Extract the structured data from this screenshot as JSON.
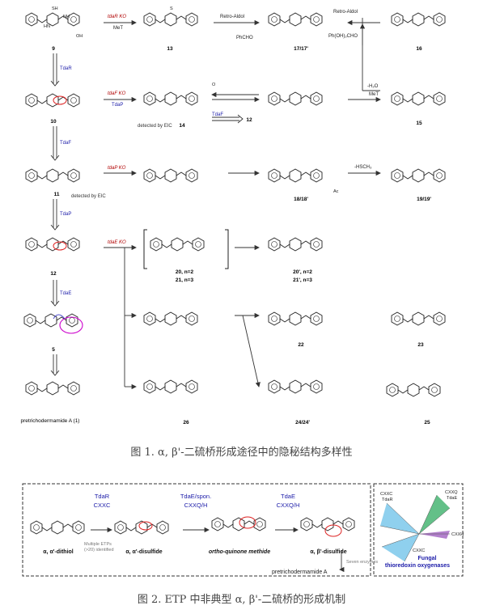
{
  "figure1": {
    "caption": "图 1. α, β'-二硫桥形成途径中的隐秘结构多样性",
    "compounds": {
      "c9": "9",
      "c10": "10",
      "c11": "11",
      "c12": "12",
      "c5": "5",
      "c13": "13",
      "c14": "14",
      "c12b": "12",
      "c1717": "17/17'",
      "c16": "16",
      "c15": "15",
      "c1818": "18/18'",
      "c1919": "19/19'",
      "c20": "20, n=2",
      "c21": "21, n=3",
      "c20p": "20', n=2",
      "c21p": "21', n=3",
      "c22": "22",
      "c23": "23",
      "c26": "26",
      "c2424": "24/24'",
      "c25": "25",
      "pretri": "pretrichodermamide A (1)"
    },
    "enzymes": {
      "tdaR_down": "TdaR",
      "tdaF_down": "TdaF",
      "tdaP_down": "TdaP",
      "tdaE_down": "TdaE",
      "tdaR_ko": "tdaR KO",
      "met": "MeT",
      "tdaF_ko": "tdaF KO",
      "tdaP_label": "TdaP",
      "tdaF_mid": "TdaF",
      "tdaP_ko": "tdaP KO",
      "tdaE_ko": "tdaE KO",
      "retro1": "Retro-Aldol",
      "retro2": "Retro-Aldol",
      "phcho": "PhCHO",
      "phch2cho": "Ph(OH)₂CHO",
      "h2o": "-H₂O",
      "met2": "MeT",
      "hsch3": "-HSCH₃",
      "det14": "detected by EIC",
      "det11": "detected by EIC"
    },
    "atom_labels": [
      "SH",
      "HN",
      "NH",
      "O",
      "OH",
      "S",
      "Ac"
    ]
  },
  "figure2": {
    "caption": "图 2. ETP 中非典型 α, β'-二硫桥的形成机制",
    "enz1_name": "TdaR",
    "enz1_motif": "CXXC",
    "enz2_name": "TdaE/spon.",
    "enz2_motif": "CXXQ/H",
    "enz3_name": "TdaE",
    "enz3_motif": "CXXQ/H",
    "s1": "α, α'-dithiol",
    "s2": "α, α'-disulfide",
    "s3": "ortho-quinone methide",
    "s4": "α, β'-disulfide",
    "multi": "Multiple ETPs",
    "identified": "(>20) identified",
    "seven": "Seven enzymes",
    "product": "pretrichodermamide A",
    "tree": {
      "cxxc_tdar": "CXXC",
      "tdar": "TdaR",
      "cxxq": "CXXQ",
      "tdae": "TdaE",
      "cxxh": "CXXH",
      "cxxc2": "CXXC",
      "title1": "Fungal",
      "title2": "thioredoxin oxygenases"
    }
  },
  "colors": {
    "enzyme_blue": "#1a1aa8",
    "ko_red": "#b00000",
    "magenta": "#cc00cc",
    "tree_blue": "#6ac0e8",
    "tree_green": "#3cb06a",
    "tree_purple": "#a060c0"
  }
}
